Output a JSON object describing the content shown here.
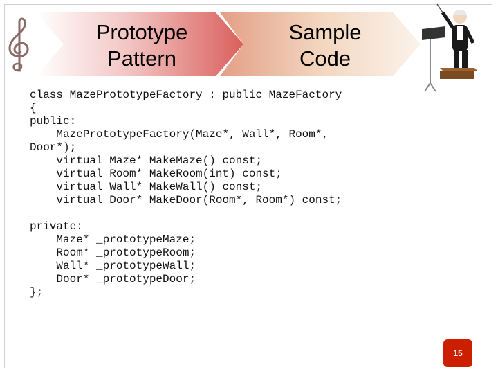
{
  "header": {
    "left_title_line1": "Prototype",
    "left_title_line2": "Pattern",
    "right_title_line1": "Sample",
    "right_title_line2": "Code"
  },
  "code_lines": [
    "class MazePrototypeFactory : public MazeFactory",
    "{",
    "public:",
    "    MazePrototypeFactory(Maze*, Wall*, Room*,",
    "Door*);",
    "    virtual Maze* MakeMaze() const;",
    "    virtual Room* MakeRoom(int) const;",
    "    virtual Wall* MakeWall() const;",
    "    virtual Door* MakeDoor(Room*, Room*) const;",
    "",
    "private:",
    "    Maze* _prototypeMaze;",
    "    Room* _prototypeRoom;",
    "    Wall* _prototypeWall;",
    "    Door* _prototypeDoor;",
    "};"
  ],
  "footer": {
    "page_number": "15"
  },
  "colors": {
    "left_banner": "#e07a78",
    "right_banner": "#efcaa8",
    "page_badge": "#cc1f00"
  },
  "icons": [
    "treble-clef-icon",
    "conductor-illustration"
  ]
}
